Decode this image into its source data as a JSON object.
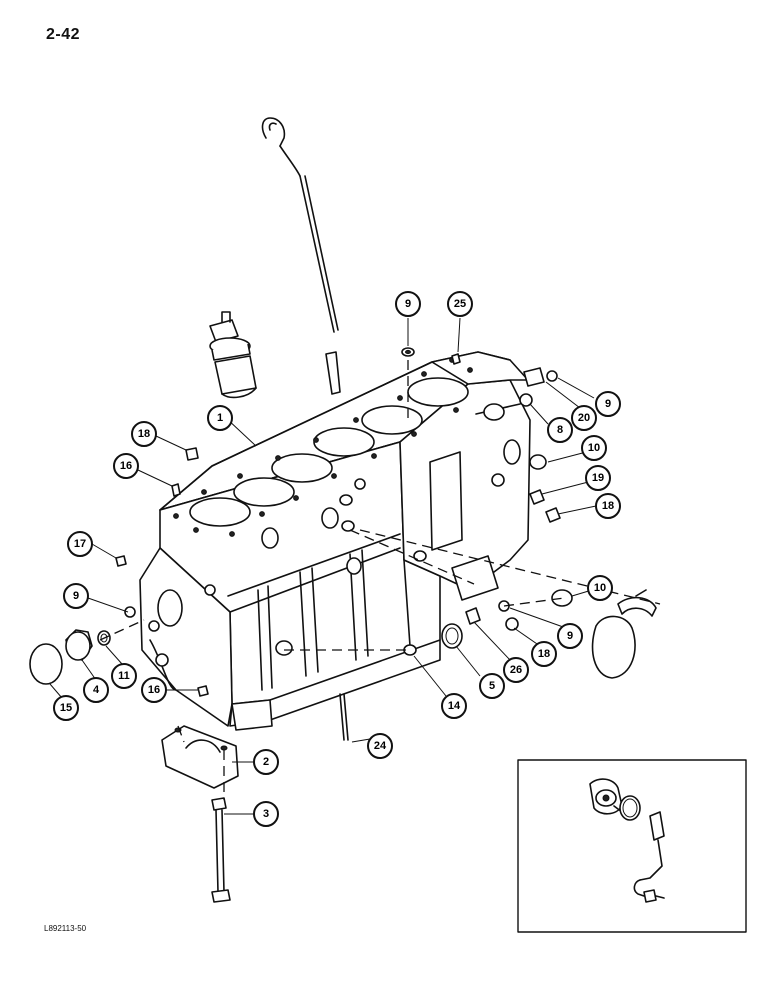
{
  "page": {
    "number": "2-42",
    "figure_code": "L892113-50"
  },
  "callouts": [
    {
      "label": "1",
      "name": "callout-1",
      "part": "cylinder-block"
    },
    {
      "label": "2",
      "name": "callout-2",
      "part": "main-bearing-cap"
    },
    {
      "label": "3",
      "name": "callout-3",
      "part": "bearing-cap-bolt"
    },
    {
      "label": "4",
      "name": "callout-4",
      "part": "cup-plug"
    },
    {
      "label": "5",
      "name": "callout-5",
      "part": "seal-ring"
    },
    {
      "label": "8",
      "name": "callout-8",
      "part": "plug"
    },
    {
      "label": "9",
      "name": "callout-9-top",
      "part": "plug"
    },
    {
      "label": "9",
      "name": "callout-9-right-top",
      "part": "plug"
    },
    {
      "label": "9",
      "name": "callout-9-left",
      "part": "plug"
    },
    {
      "label": "9",
      "name": "callout-9-right-bottom",
      "part": "plug"
    },
    {
      "label": "10",
      "name": "callout-10-upper",
      "part": "plug"
    },
    {
      "label": "10",
      "name": "callout-10-lower",
      "part": "plug"
    },
    {
      "label": "11",
      "name": "callout-11",
      "part": "plug"
    },
    {
      "label": "14",
      "name": "callout-14",
      "part": "plug"
    },
    {
      "label": "15",
      "name": "callout-15",
      "part": "cover-plate"
    },
    {
      "label": "16",
      "name": "callout-16-upper",
      "part": "dowel-pin"
    },
    {
      "label": "16",
      "name": "callout-16-lower",
      "part": "dowel-pin"
    },
    {
      "label": "17",
      "name": "callout-17",
      "part": "plug"
    },
    {
      "label": "18",
      "name": "callout-18-upper-left",
      "part": "plug"
    },
    {
      "label": "18",
      "name": "callout-18-right",
      "part": "plug"
    },
    {
      "label": "18",
      "name": "callout-18-lower",
      "part": "plug"
    },
    {
      "label": "19",
      "name": "callout-19",
      "part": "plug"
    },
    {
      "label": "20",
      "name": "callout-20",
      "part": "plug"
    },
    {
      "label": "24",
      "name": "callout-24",
      "part": "stud"
    },
    {
      "label": "25",
      "name": "callout-25",
      "part": "dowel"
    },
    {
      "label": "26",
      "name": "callout-26",
      "part": "fitting"
    }
  ]
}
